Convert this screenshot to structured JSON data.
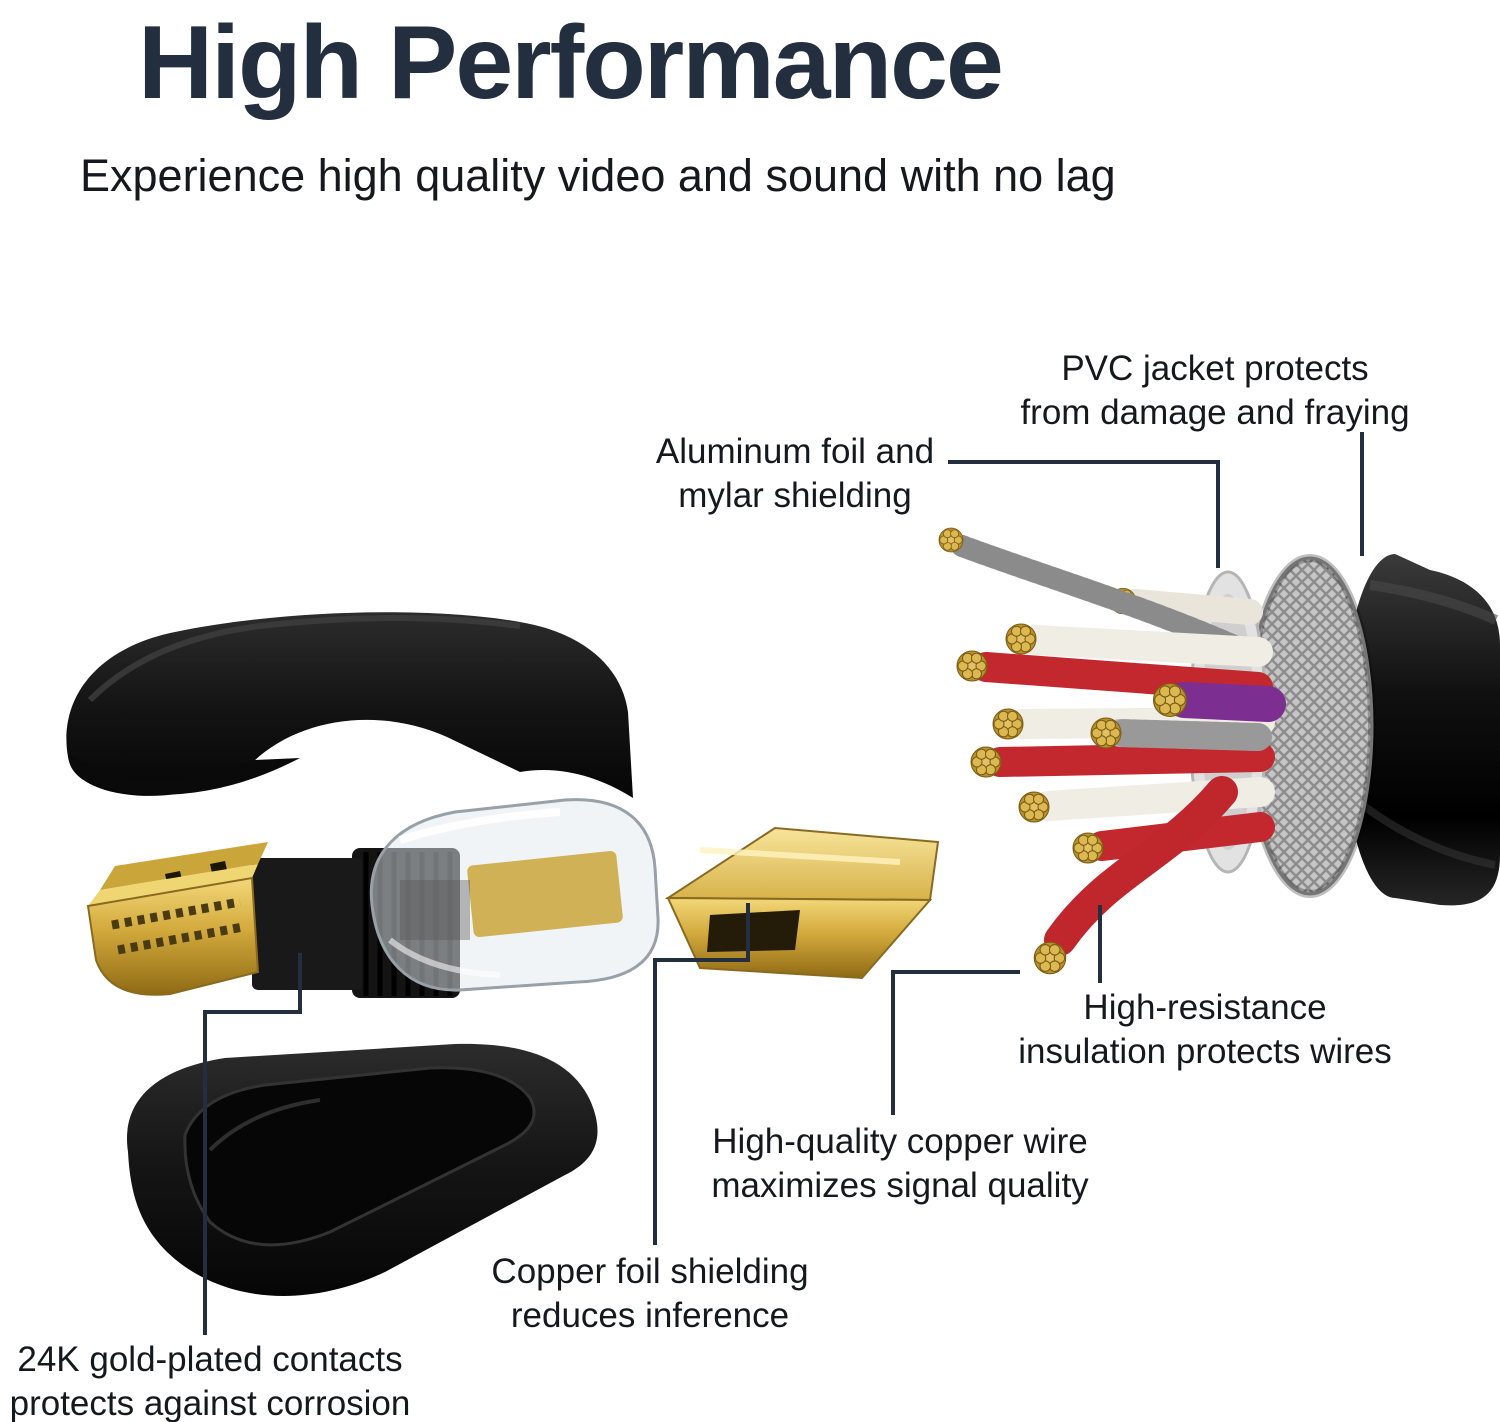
{
  "header": {
    "title": "High Performance",
    "subtitle": "Experience high quality video and sound with no lag"
  },
  "callouts": {
    "pvc": {
      "text": "PVC jacket protects\nfrom damage and fraying"
    },
    "aluminum": {
      "text": "Aluminum foil and\nmylar shielding"
    },
    "high_resistance": {
      "text": "High-resistance\ninsulation protects wires"
    },
    "copper_wire": {
      "text": "High-quality copper wire\nmaximizes signal quality"
    },
    "copper_foil": {
      "text": "Copper foil shielding\nreduces inference"
    },
    "gold_contacts": {
      "text": "24K gold-plated contacts\nprotects against corrosion"
    }
  },
  "colors": {
    "ink": "#232f3e",
    "text": "#15181d",
    "line": "#232f3e",
    "gold": "#d2a93c",
    "red": "#c2282d",
    "purple": "#7d2f91",
    "white_wire": "#f0ede5",
    "braid": "#c6c6c6",
    "jacket": "#111111"
  }
}
